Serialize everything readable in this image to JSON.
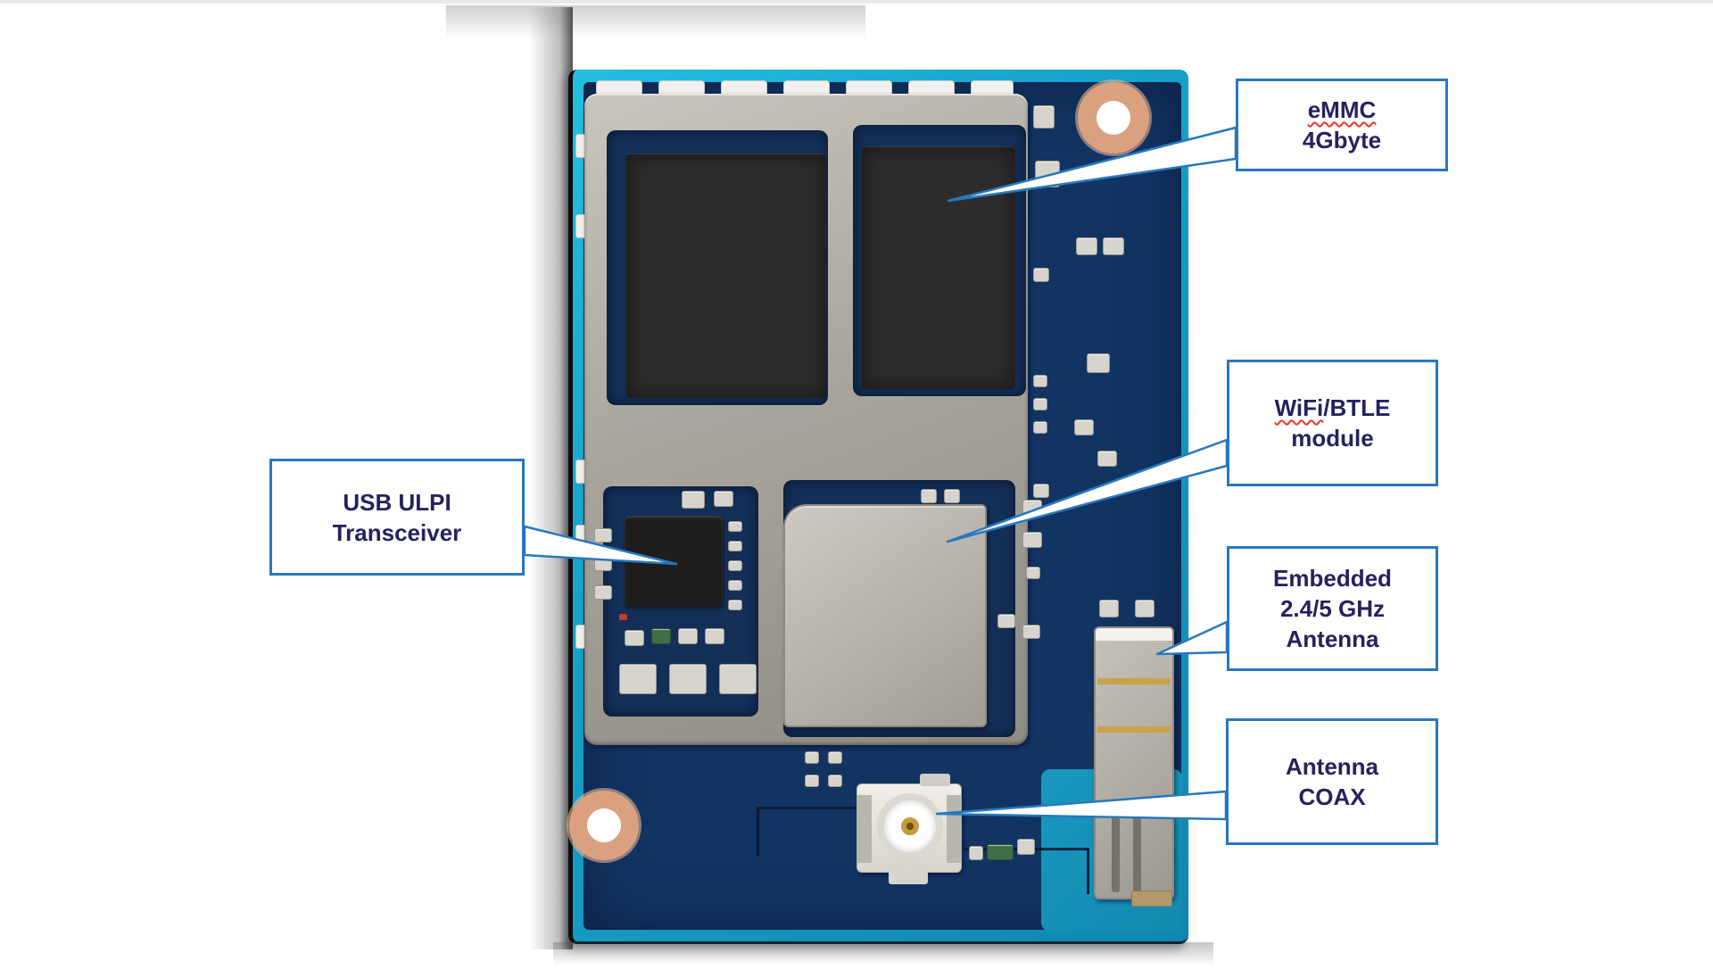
{
  "callouts": {
    "emmc": {
      "word_wavy": "eMMC",
      "line2": "4Gbyte"
    },
    "wifi": {
      "word_wavy": "WiFi",
      "word_rest": "/BTLE",
      "line2": "module"
    },
    "ulpi": {
      "line1": "USB ULPI",
      "line2": "Transceiver"
    },
    "antenna": {
      "line1": "Embedded",
      "line2": "2.4/5 GHz",
      "line3": "Antenna"
    },
    "coax": {
      "line1": "Antenna",
      "line2": "COAX"
    }
  },
  "colors": {
    "callout_border": "#2878be",
    "callout_text": "#24225f",
    "spellcheck_underline": "#e8372c",
    "pcb_edge_cyan": "#17a3cb",
    "pcb_field_navy": "#123463",
    "pcb_teal_corner": "#1898bf",
    "copper_pad": "#d9a17f",
    "shield_silver": "#aaa69e",
    "die_black": "#2e2c2a",
    "antenna_gold": "#c9a24a",
    "page_background": "#ffffff"
  }
}
